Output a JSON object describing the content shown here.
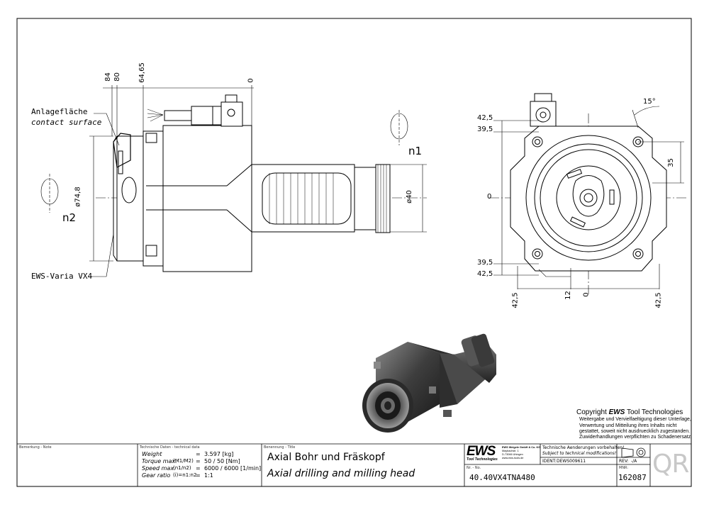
{
  "drawing": {
    "side_view": {
      "dims_top": [
        "84",
        "80",
        "64,65",
        "0"
      ],
      "label_de": "Anlagefläche",
      "label_en": "contact surface",
      "label_varia": "EWS-Varia VX4",
      "dia_body": "ø74,8",
      "dia_shaft": "ø40",
      "n1": "n1",
      "n2": "n2"
    },
    "front_view": {
      "dim_425_top": "42,5",
      "dim_395_top": "39,5",
      "dim_0_left": "0",
      "dim_395_bottom": "39,5",
      "dim_425_bottom": "42,5",
      "dim_35": "35",
      "angle": "15°",
      "bottom_dims": [
        "42,5",
        "12",
        "0",
        "42,5"
      ]
    }
  },
  "copyright": {
    "title_prefix": "Copyright ",
    "title_brand": "EWS",
    "title_suffix": " Tool Technologies",
    "lines": [
      "Weitergabe und Vervielfaeltigung dieser Unterlage,",
      "Verwertung und Mitteilung ihres Inhalts nicht",
      "gestattet, soweit nicht ausdruecklich zugestanden.",
      "Zuwiderhandlungen verpflichten zu Schadenersatz."
    ]
  },
  "title_block": {
    "note_label": "Bemerkung - Note",
    "tech_label": "Technische Daten - technical data",
    "rows": [
      {
        "label": "Weight",
        "sep": "=",
        "value": "3.597 [kg]"
      },
      {
        "label": "Torque max.",
        "sub": "(M1/M2)",
        "sep": "=",
        "value": "50 / 50 [Nm]"
      },
      {
        "label": "Speed max.",
        "sub": "(n1/n2)",
        "sep": "=",
        "value": "6000 / 6000 [1/min]"
      },
      {
        "label": "Gear ratio",
        "sub": "(i)=n1:n2",
        "sep": "=",
        "value": "1:1"
      }
    ],
    "title_label": "Benennung - Title",
    "title_de": "Axial Bohr und Fräskopf",
    "title_en": "Axial drilling and milling head",
    "nr_label": "Nr. - No.",
    "part_no": "40.40VX4TNA480",
    "logo": "EWS",
    "logo_sub": "Tool Technologies",
    "company_lines": [
      "EWS Weigele GmbH & Co. KG",
      "Maybachstr. 1",
      "D-73066 Uhingen",
      "www.ews-tools.de"
    ],
    "changes_de": "Technische Aenderungen vorbehalten!",
    "changes_en": "Subject to technical modifications!",
    "ident_label": "IDENT:",
    "ident_value": "DEWS009611",
    "rev_label": "REV:",
    "rev_value": "-/A",
    "matnr_label": "MNR:",
    "matnr_value": "162087",
    "qr_text": "QR"
  }
}
